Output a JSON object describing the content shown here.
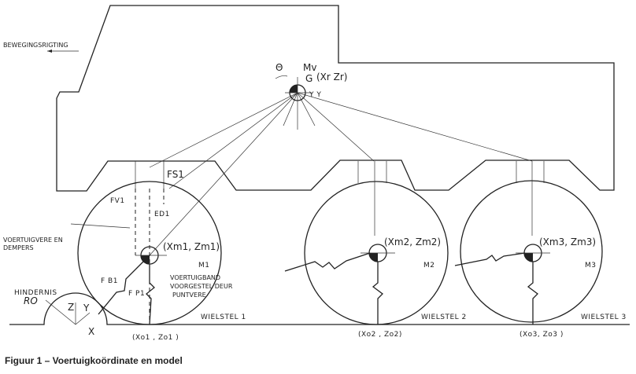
{
  "labels": {
    "direction": "BEWEGINGSRIGTING",
    "theta": "Θ",
    "mv": "Mv",
    "g": "G",
    "cg_coords": "(Xr  Zr)",
    "yy": "Y Y",
    "fs1": "FS1",
    "fv1": "FV1",
    "ed1": "ED1",
    "springs": "VOERTUIGVERE EN",
    "springs2": "DEMPERS",
    "m1_coords": "(Xm1, Zm1)",
    "m1": "M1",
    "m2_coords": "(Xm2, Zm2)",
    "m2": "M2",
    "m3_coords": "(Xm3, Zm3)",
    "m3": "M3",
    "fb1": "F B1",
    "fp1": "F P1",
    "tyre1": "VOERTUIGBAND",
    "tyre2": "VOORGESTEL DEUR",
    "tyre3": "PUNTVERE",
    "obstacle": "HINDERNIS",
    "ro": "RO",
    "z": "Z",
    "x": "X",
    "y": "Y",
    "wheel1": "WIELSTEL 1",
    "wheel2": "WIELSTEL 2",
    "wheel3": "WIELSTEL 3",
    "o1": "(Xo1 , Zo1 )",
    "o2": "(Xo2 , Zo2)",
    "o3": "(Xo3, Zo3 )"
  },
  "caption": "Figuur 1 – Voertuigkoördinate en model"
}
